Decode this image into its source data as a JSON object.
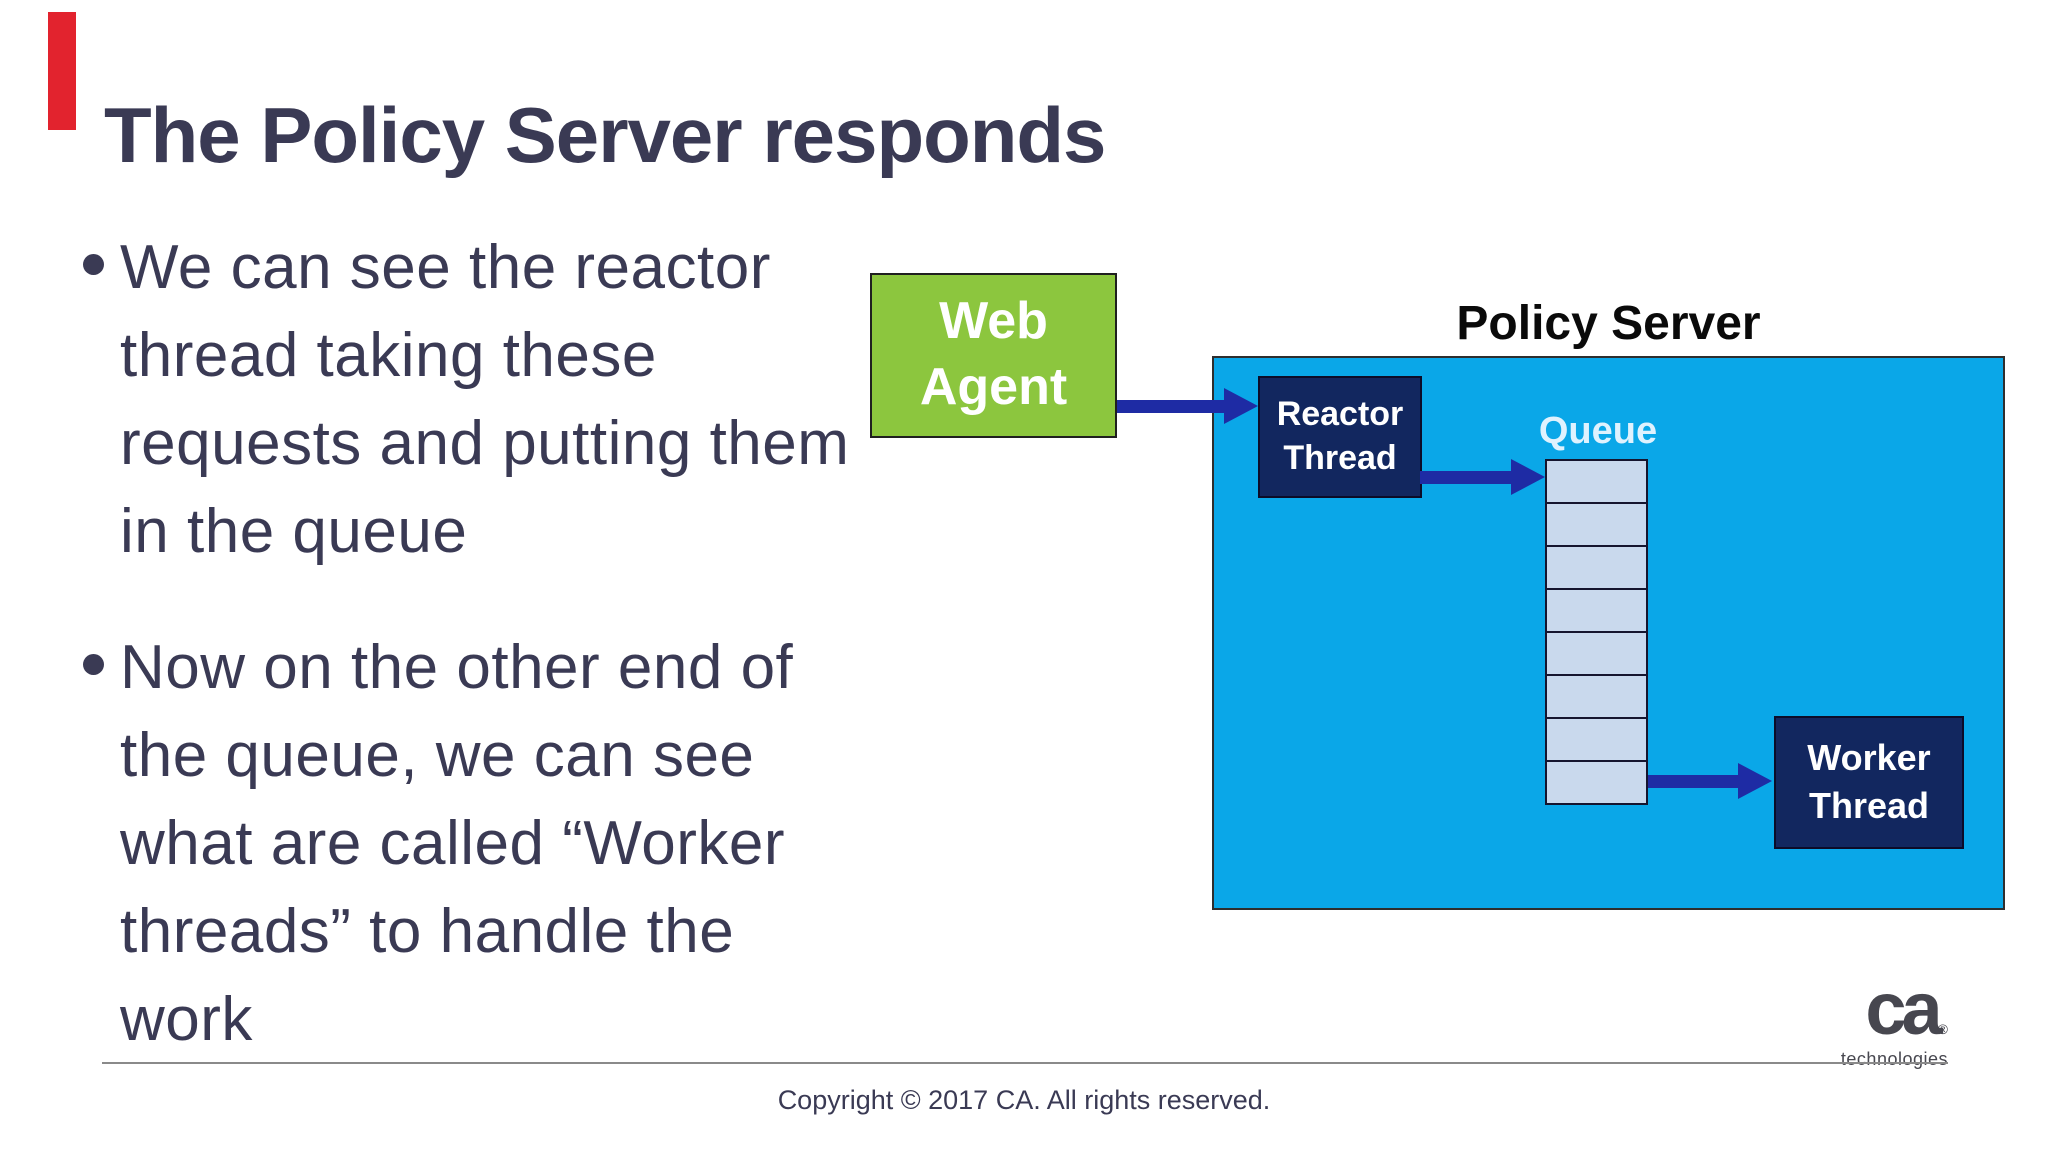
{
  "slide": {
    "title": "The Policy Server responds",
    "bullet1": {
      "lines": [
        "We can see the reactor",
        "thread taking these",
        "requests and putting them",
        "in the queue"
      ]
    },
    "bullet2": {
      "lines": [
        "Now on the other end of",
        "the queue, we can see",
        "what are called “Worker",
        "threads” to handle the",
        "work"
      ]
    },
    "copyright": "Copyright © 2017 CA. All rights reserved.",
    "logo": {
      "mark": "ca",
      "registered": "®",
      "sub": "technologies"
    }
  },
  "diagram": {
    "title": "Policy Server",
    "web_agent": {
      "line1": "Web",
      "line2": "Agent",
      "fill": "#8cc63e"
    },
    "reactor_thread": {
      "line1": "Reactor",
      "line2": "Thread",
      "fill": "#12275f"
    },
    "worker_thread": {
      "line1": "Worker",
      "line2": "Thread",
      "fill": "#12275f"
    },
    "queue": {
      "label": "Queue",
      "cell_count": 8,
      "cell_fill": "#c9d9ed",
      "cell_border": "#15152e",
      "label_color": "#dff2fe"
    },
    "colors": {
      "server_fill": "#0aa7e8",
      "arrow": "#1e2ba4",
      "diagram_title_color": "#0a0a0a"
    }
  },
  "decor": {
    "red_marker_color": "#e2232e",
    "text_color": "#3a3a54",
    "rule_color": "#8a8a8a",
    "logo_color": "#47474f"
  }
}
